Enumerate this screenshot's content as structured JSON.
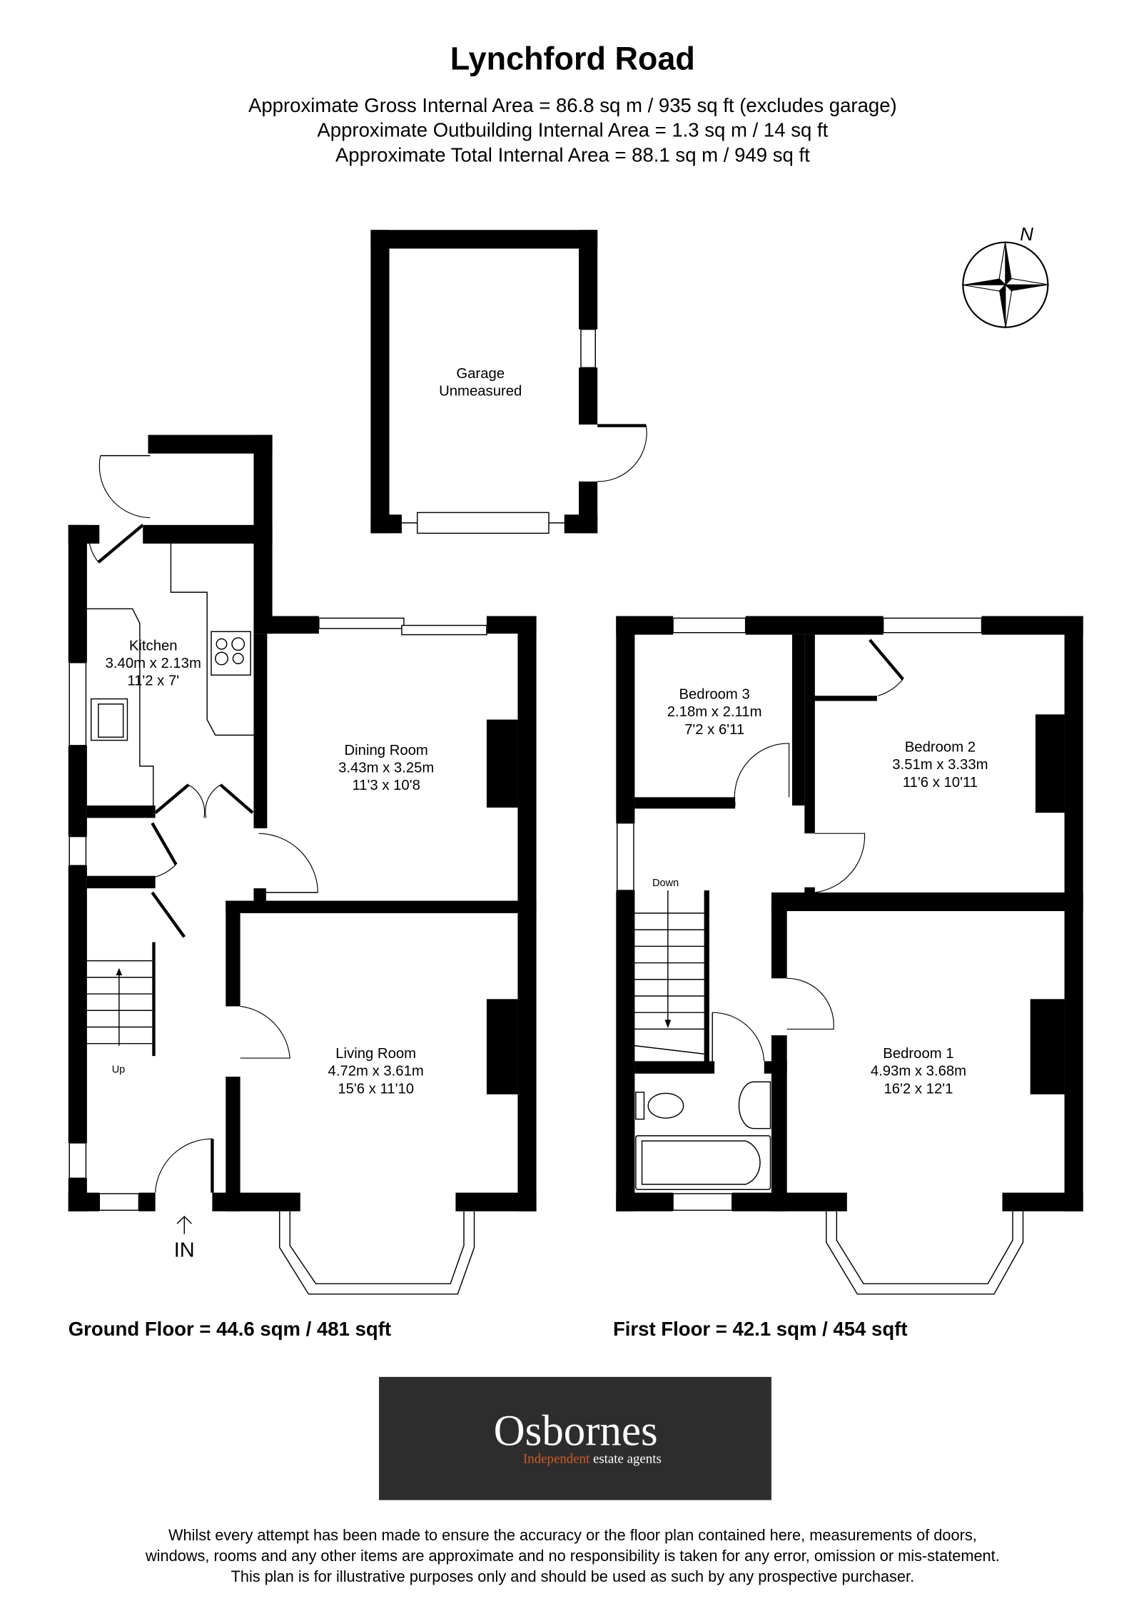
{
  "header": {
    "title": "Lynchford Road",
    "areas": [
      "Approximate Gross Internal Area = 86.8 sq m / 935 sq ft (excludes garage)",
      "Approximate Outbuilding Internal Area = 1.3 sq m / 14 sq ft",
      "Approximate Total Internal Area = 88.1 sq m / 949 sq ft"
    ]
  },
  "compass": {
    "label": "N"
  },
  "garage": {
    "name": "Garage",
    "size": "Unmeasured"
  },
  "ground_floor": {
    "label": "Ground Floor = 44.6 sqm / 481 sqft",
    "entrance": "IN",
    "stairs": "Up",
    "rooms": [
      {
        "name": "Kitchen",
        "metric": "3.40m x 2.13m",
        "imperial": "11'2 x 7'"
      },
      {
        "name": "Dining Room",
        "metric": "3.43m x 3.25m",
        "imperial": "11'3 x 10'8"
      },
      {
        "name": "Living Room",
        "metric": "4.72m x 3.61m",
        "imperial": "15'6 x 11'10"
      }
    ]
  },
  "first_floor": {
    "label": "First Floor = 42.1 sqm / 454 sqft",
    "stairs": "Down",
    "rooms": [
      {
        "name": "Bedroom 3",
        "metric": "2.18m x 2.11m",
        "imperial": "7'2 x 6'11"
      },
      {
        "name": "Bedroom 2",
        "metric": "3.51m x 3.33m",
        "imperial": "11'6 x 10'11"
      },
      {
        "name": "Bedroom 1",
        "metric": "4.93m x 3.68m",
        "imperial": "16'2 x 12'1"
      }
    ]
  },
  "logo": {
    "name": "Osbornes",
    "tagline_accent": "Independent",
    "tagline_rest": "estate agents",
    "background": "#2d2d2d",
    "accent": "#d0592a"
  },
  "disclaimer": [
    "Whilst every attempt has been made to ensure the accuracy or the floor plan contained here, measurements of doors,",
    "windows, rooms and any other items are approximate and no responsibility is taken for any error, omission or mis-statement.",
    "This plan is for illustrative purposes only and should be used as such by any prospective purchaser."
  ]
}
